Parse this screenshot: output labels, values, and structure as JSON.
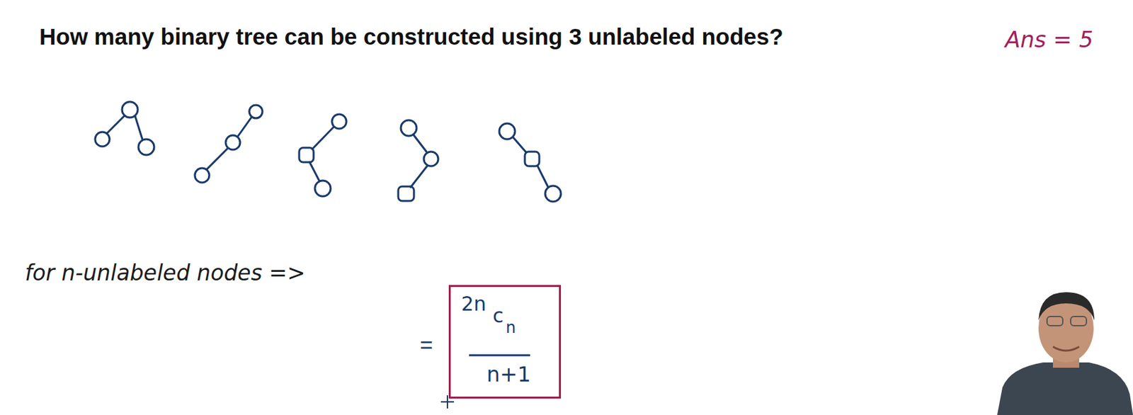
{
  "diagram": {
    "title": "How many binary tree can be constructed using 3 unlabeled nodes?",
    "nodes": [
      {
        "text": [
          "2n",
          "c",
          "n",
          "n+1"
        ]
      }
    ],
    "labels": [
      "Ans = 5",
      "for n-unlabeled nodes =>",
      "="
    ]
  }
}
